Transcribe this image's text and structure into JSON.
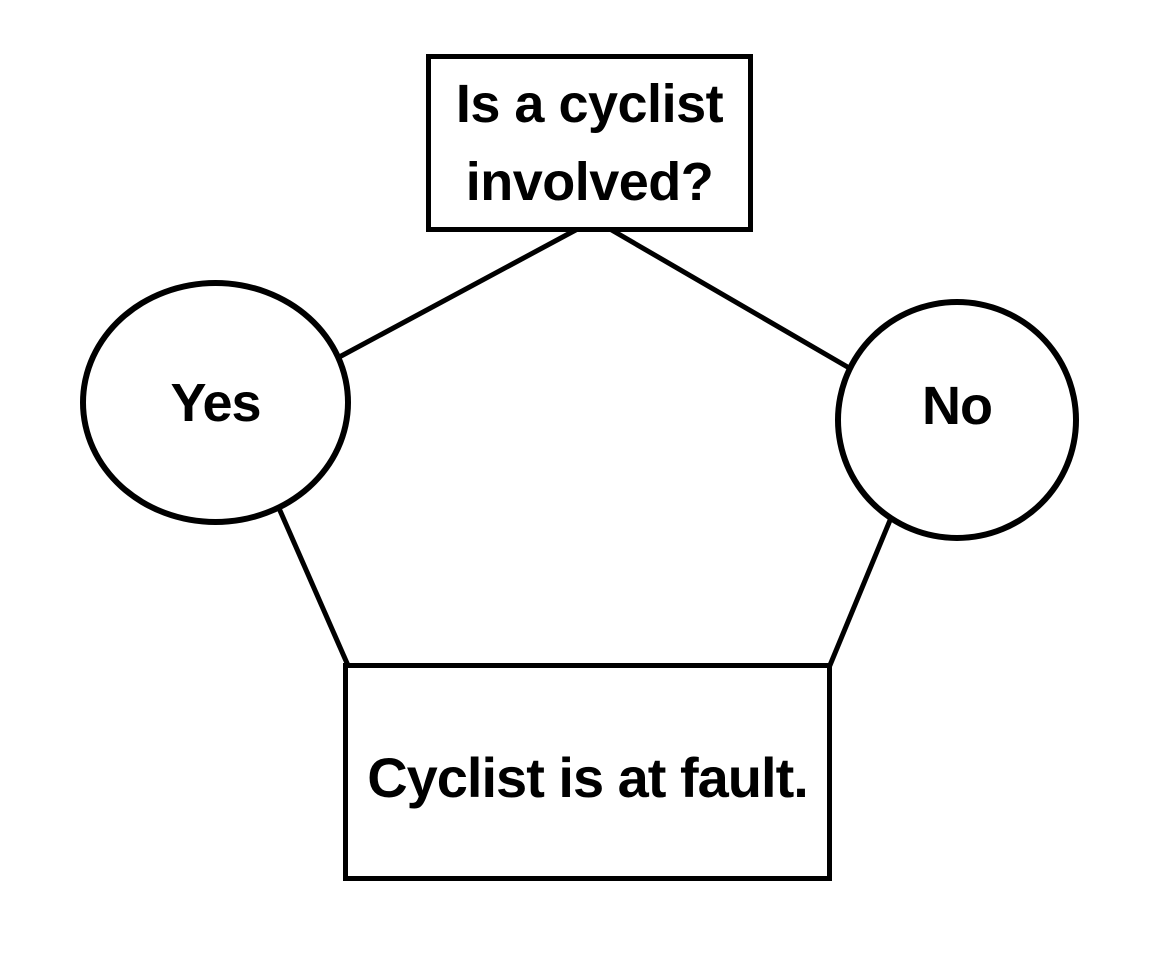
{
  "diagram": {
    "title": "cyclist blame flowchart",
    "background_color": "#ffffff",
    "stroke_color": "#000000",
    "nodes": {
      "question": {
        "id": "question",
        "shape": "rectangle",
        "label": "Is a cyclist involved?",
        "lines": [
          "Is a cyclist",
          "involved?"
        ]
      },
      "yes": {
        "id": "yes",
        "shape": "circle",
        "label": "Yes"
      },
      "no": {
        "id": "no",
        "shape": "circle",
        "label": "No"
      },
      "outcome": {
        "id": "outcome",
        "shape": "rectangle",
        "label": "Cyclist is at fault."
      }
    },
    "edges": [
      {
        "from": "question",
        "to": "yes"
      },
      {
        "from": "question",
        "to": "no"
      },
      {
        "from": "yes",
        "to": "outcome"
      },
      {
        "from": "no",
        "to": "outcome"
      }
    ]
  }
}
